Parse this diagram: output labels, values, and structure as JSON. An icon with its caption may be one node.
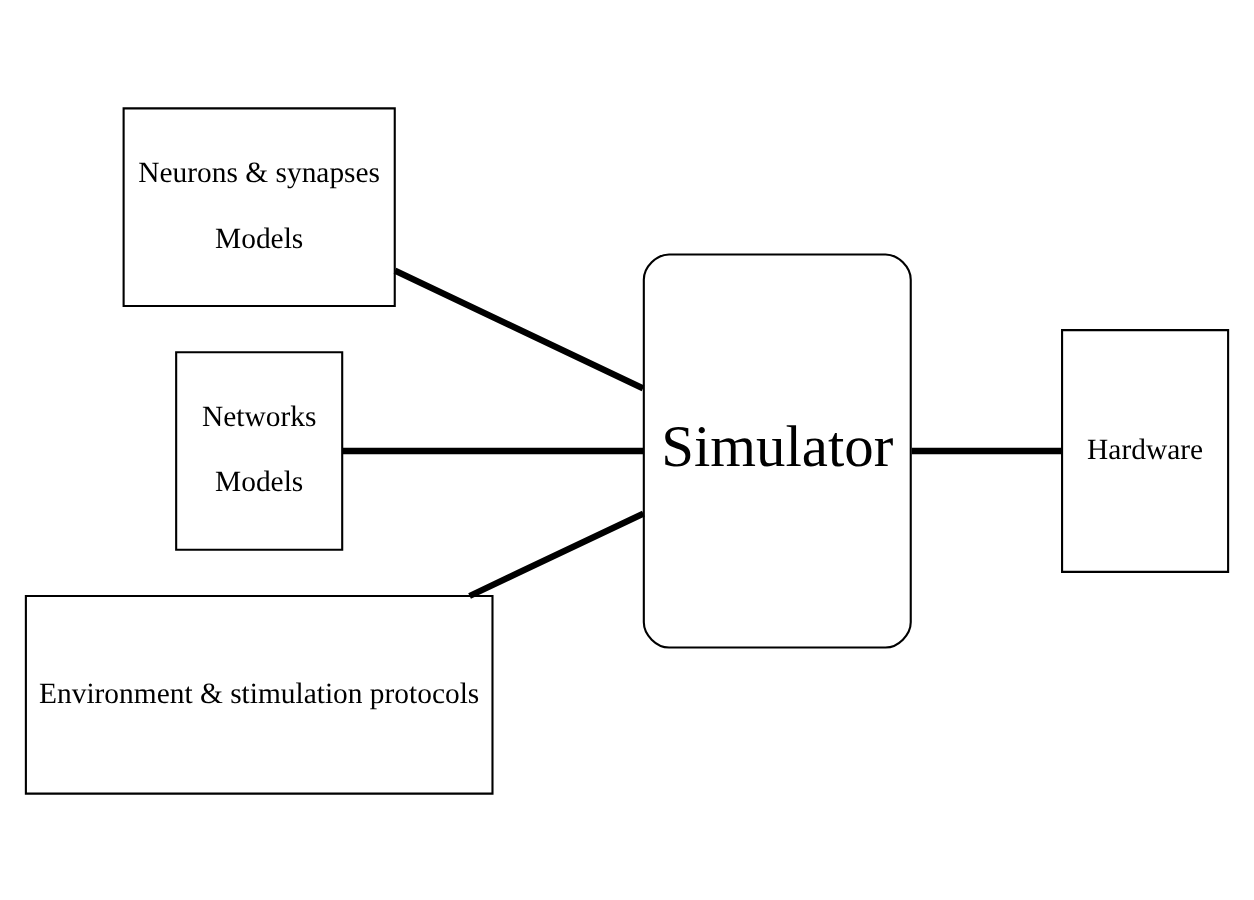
{
  "diagram": {
    "nodes": [
      {
        "text": [
          "Neurons & synapses",
          "Models"
        ]
      },
      {
        "text": [
          "Networks",
          "Models"
        ]
      },
      {
        "text": [
          "Environment & stimulation protocols"
        ]
      },
      {
        "text": [
          "Simulator"
        ]
      },
      {
        "text": [
          "Hardware"
        ]
      }
    ],
    "edges": [
      {
        "from": 0,
        "to": 3,
        "arrow": "none"
      },
      {
        "from": 1,
        "to": 3,
        "arrow": "none"
      },
      {
        "from": 2,
        "to": 3,
        "arrow": "none"
      },
      {
        "from": 3,
        "to": 4,
        "arrow": "none"
      }
    ]
  }
}
